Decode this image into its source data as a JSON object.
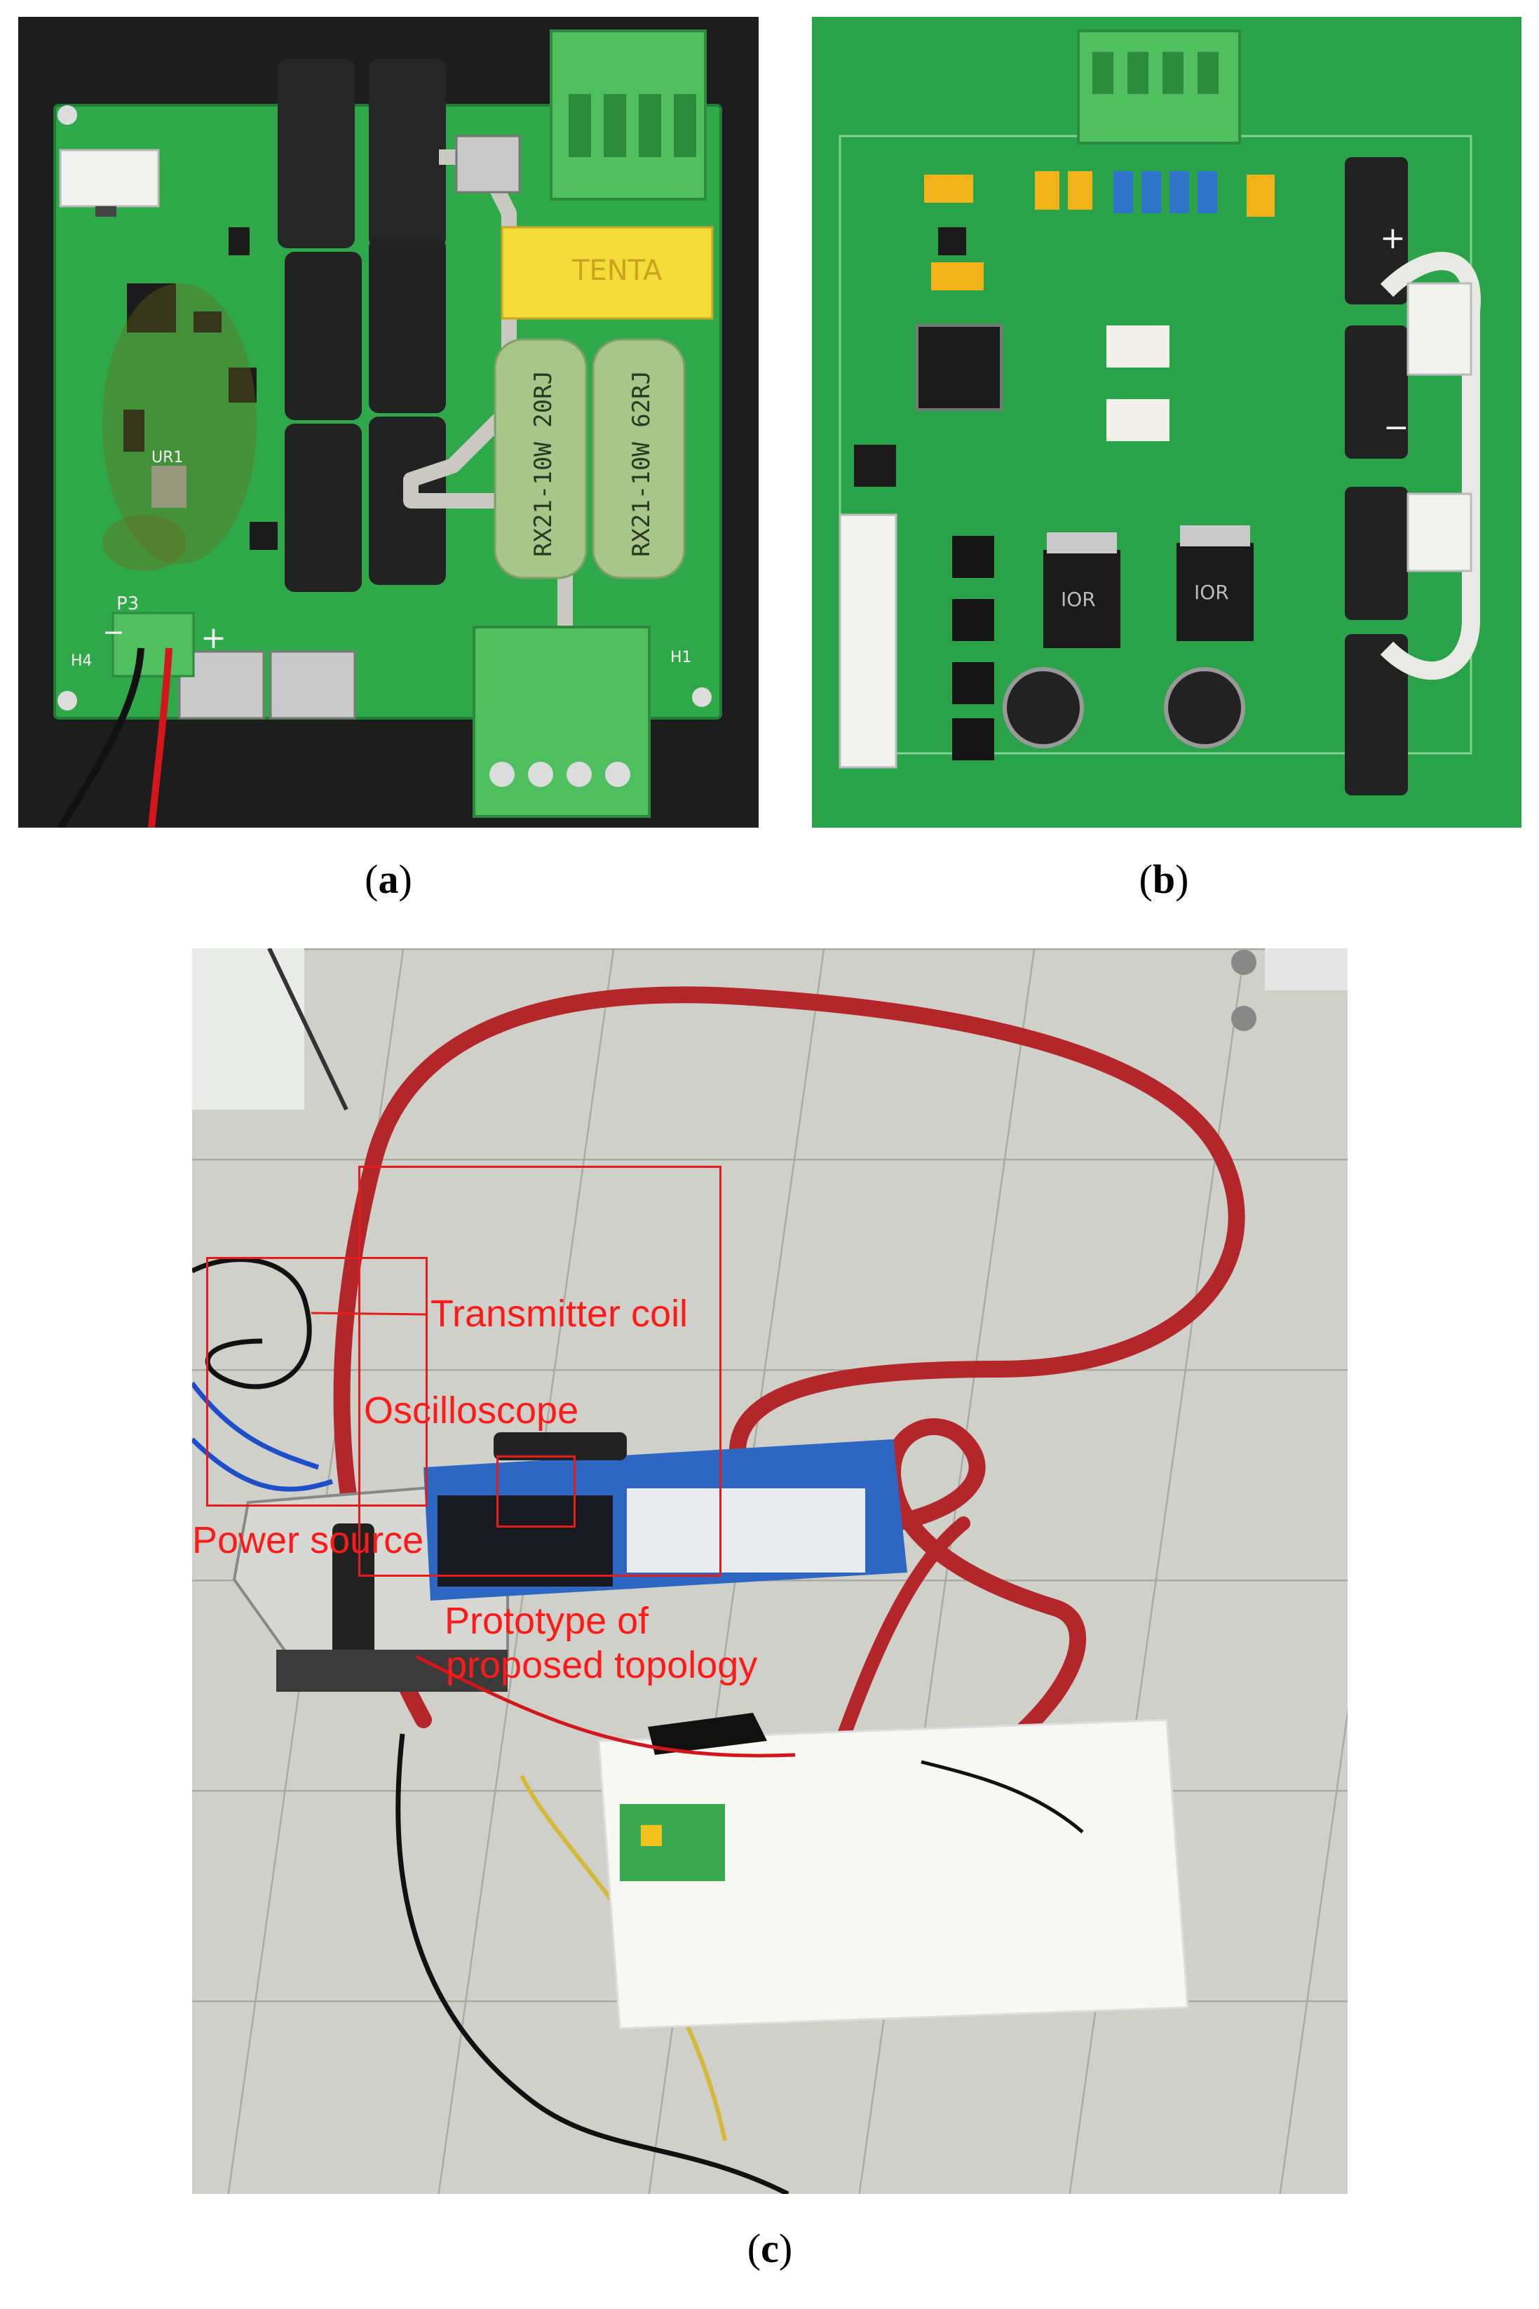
{
  "panels": {
    "a": {
      "caption_open": "(",
      "caption_letter": "a",
      "caption_close": ")",
      "board_labels": {
        "resistor1": "RX21-10W 20RJ",
        "resistor2": "RX21-10W 62RJ",
        "capacitor": "TENTA",
        "p3": "P3",
        "minus": "−",
        "plus": "+",
        "h4": "H4",
        "h1": "H1",
        "ur1": "UR1"
      }
    },
    "b": {
      "caption_open": "(",
      "caption_letter": "b",
      "caption_close": ")",
      "board_labels": {
        "plus": "+",
        "minus": "−",
        "ir1": "IOR",
        "ir2": "IOR"
      }
    },
    "c": {
      "caption_open": "(",
      "caption_letter": "c",
      "caption_close": ")",
      "annotations": {
        "transmitter": "Transmitter coil",
        "oscilloscope": "Oscilloscope",
        "power": "Power source",
        "prototype_line1": "Prototype of",
        "prototype_line2": "proposed topology"
      }
    }
  },
  "colors": {
    "pcb_green": "#2fa84a",
    "floor": "#cfd0c9",
    "coil_red": "#b3262a",
    "annotation_red": "#ff1a1a"
  }
}
